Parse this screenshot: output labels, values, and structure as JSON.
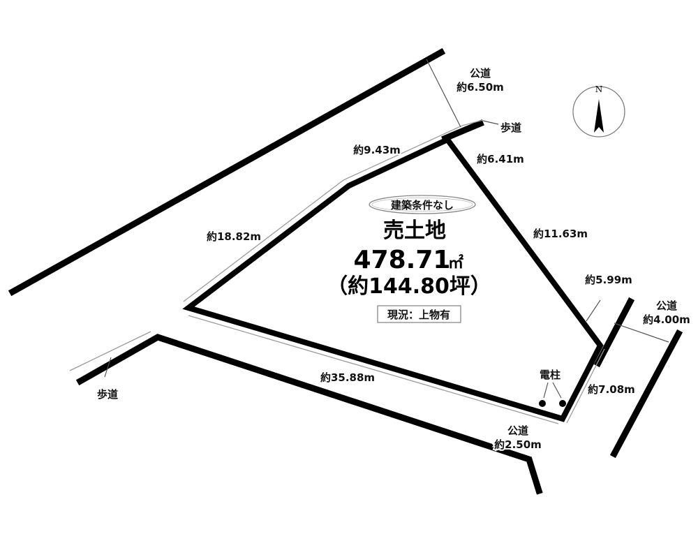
{
  "compass": {
    "label": "N"
  },
  "roads": {
    "north_public": {
      "name": "公道",
      "width": "約6.50m"
    },
    "east_public": {
      "name": "公道",
      "width": "約4.00m"
    },
    "south_public": {
      "name": "公道",
      "width": "約2.50m"
    },
    "sidewalk_north": "歩道",
    "sidewalk_west": "歩道"
  },
  "lot": {
    "badge": "建築条件なし",
    "heading": "売土地",
    "area_value": "478.71",
    "area_unit": "㎡",
    "tsubo": "（約144.80坪）",
    "status": "現況：上物有"
  },
  "dimensions": {
    "top": "約9.43m",
    "top_right": "約6.41m",
    "right": "約11.63m",
    "corner": "約5.99m",
    "left": "約18.82m",
    "bottom": "約35.88m",
    "bottom_right": "約7.08m"
  },
  "utility_pole": "電柱"
}
